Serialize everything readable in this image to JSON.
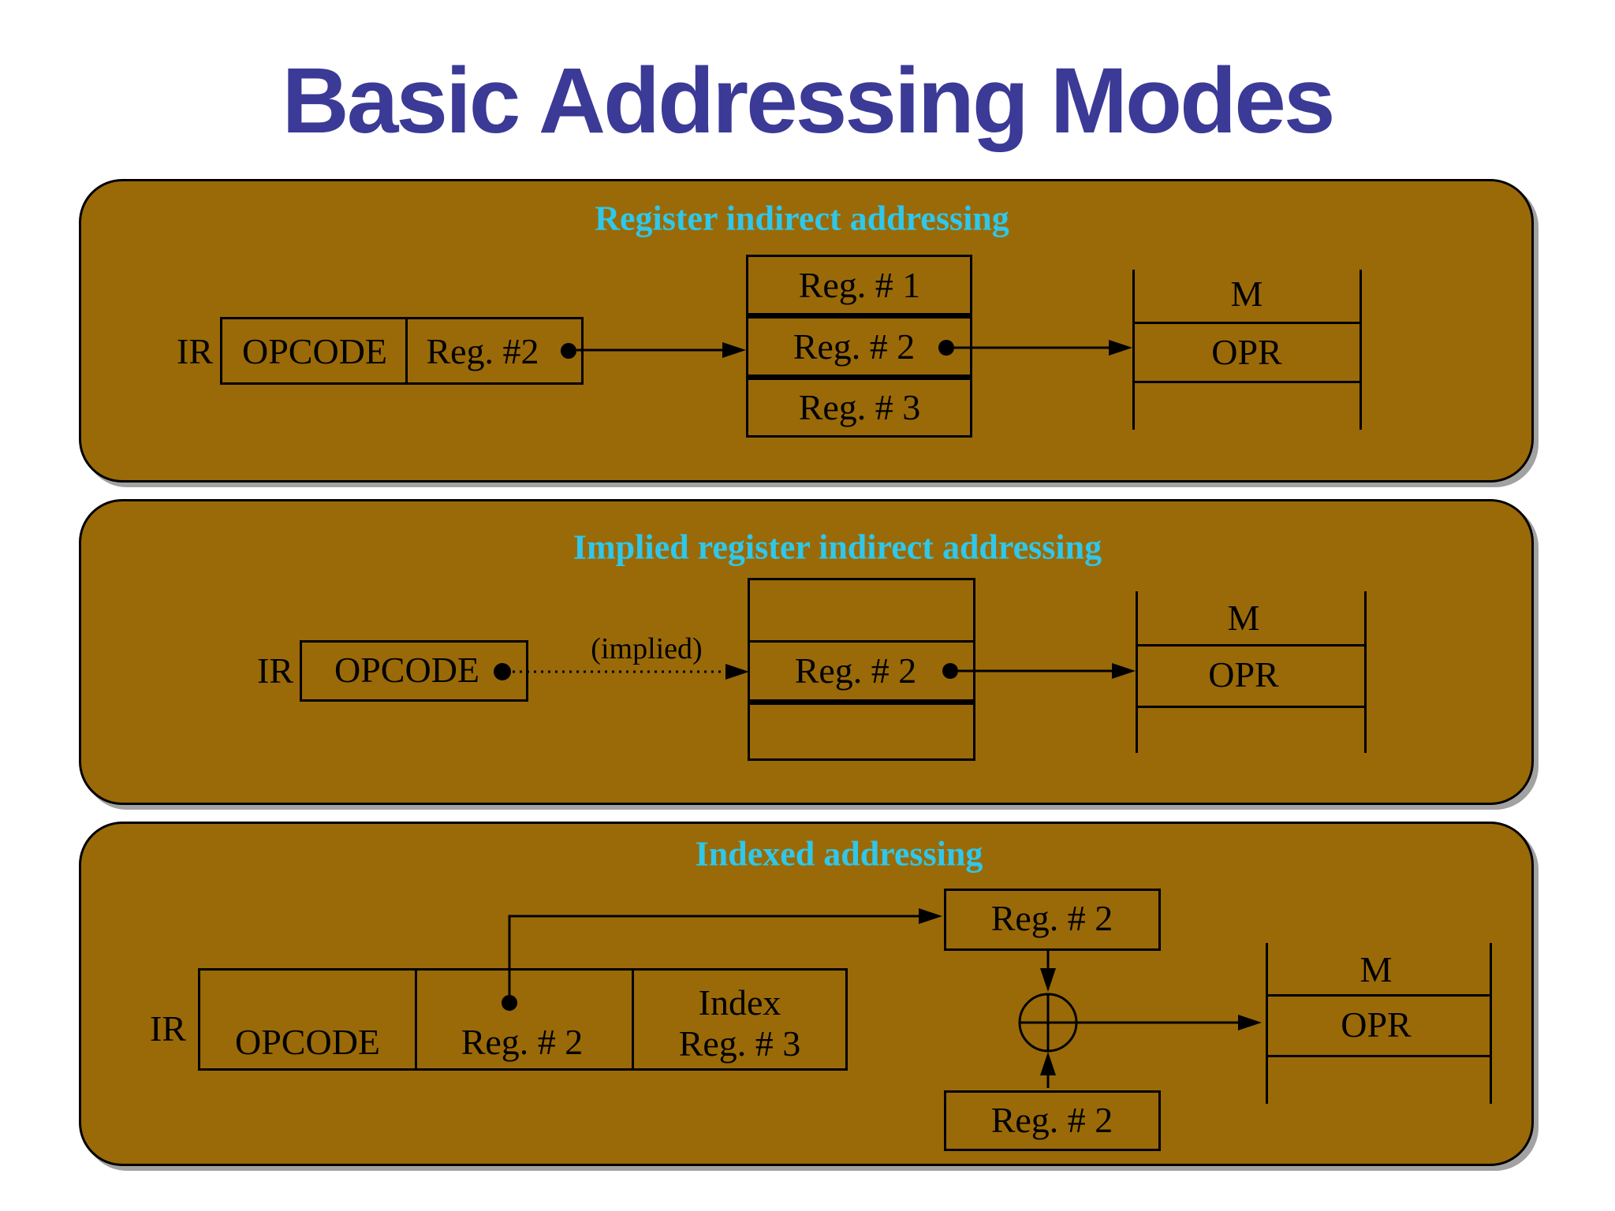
{
  "title": "Basic Addressing Modes",
  "colors": {
    "background": "#ffffff",
    "title_blue": "#3b3a96",
    "heading_cyan": "#2fc7ea",
    "panel_brown": "#9a6a08",
    "line_black": "#000000"
  },
  "p1": {
    "heading": "Register indirect addressing",
    "ir": "IR",
    "opcode": "OPCODE",
    "reg": "Reg. #2",
    "regfile": [
      "Reg. # 1",
      "Reg. # 2",
      "Reg. # 3"
    ],
    "mem_label": "M",
    "mem_cell": "OPR"
  },
  "p2": {
    "heading": "Implied register indirect addressing",
    "ir": "IR",
    "opcode": "OPCODE",
    "implied": "(implied)",
    "reg": "Reg. # 2",
    "mem_label": "M",
    "mem_cell": "OPR"
  },
  "p3": {
    "heading": "Indexed addressing",
    "ir": "IR",
    "opcode": "OPCODE",
    "reg": "Reg. # 2",
    "index_line1": "Index",
    "index_line2": "Reg. # 3",
    "index_box": "Reg. # 2",
    "base_box": "Reg. # 2",
    "mem_label": "M",
    "mem_cell": "OPR"
  }
}
